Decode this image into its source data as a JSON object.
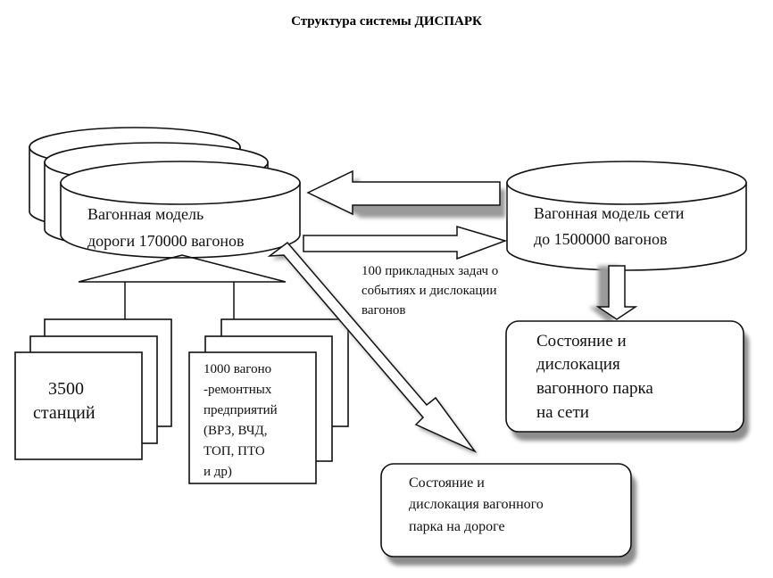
{
  "title": "Структура системы ДИСПАРК",
  "road_model": {
    "lines": [
      "Вагонная модель",
      "дороги 170000 вагонов"
    ]
  },
  "network_model": {
    "lines": [
      "Вагонная модель сети",
      "до 1500000 вагонов"
    ]
  },
  "tasks_label": {
    "lines": [
      "100 прикладных задач о",
      "событиях и дислокации",
      "вагонов"
    ]
  },
  "stations": {
    "lines": [
      "3500",
      "станций"
    ]
  },
  "enterprises": {
    "lines": [
      "1000 вагоно",
      "-ремонтных",
      "предприятий",
      "(ВРЗ, ВЧД,",
      " ТОП, ПТО",
      "и др)"
    ]
  },
  "network_state": {
    "lines": [
      "Состояние и",
      "дислокация",
      "вагонного парка",
      "на сети"
    ]
  },
  "road_state": {
    "lines": [
      "Состояние и",
      "дислокация вагонного",
      "парка на дороге"
    ]
  }
}
